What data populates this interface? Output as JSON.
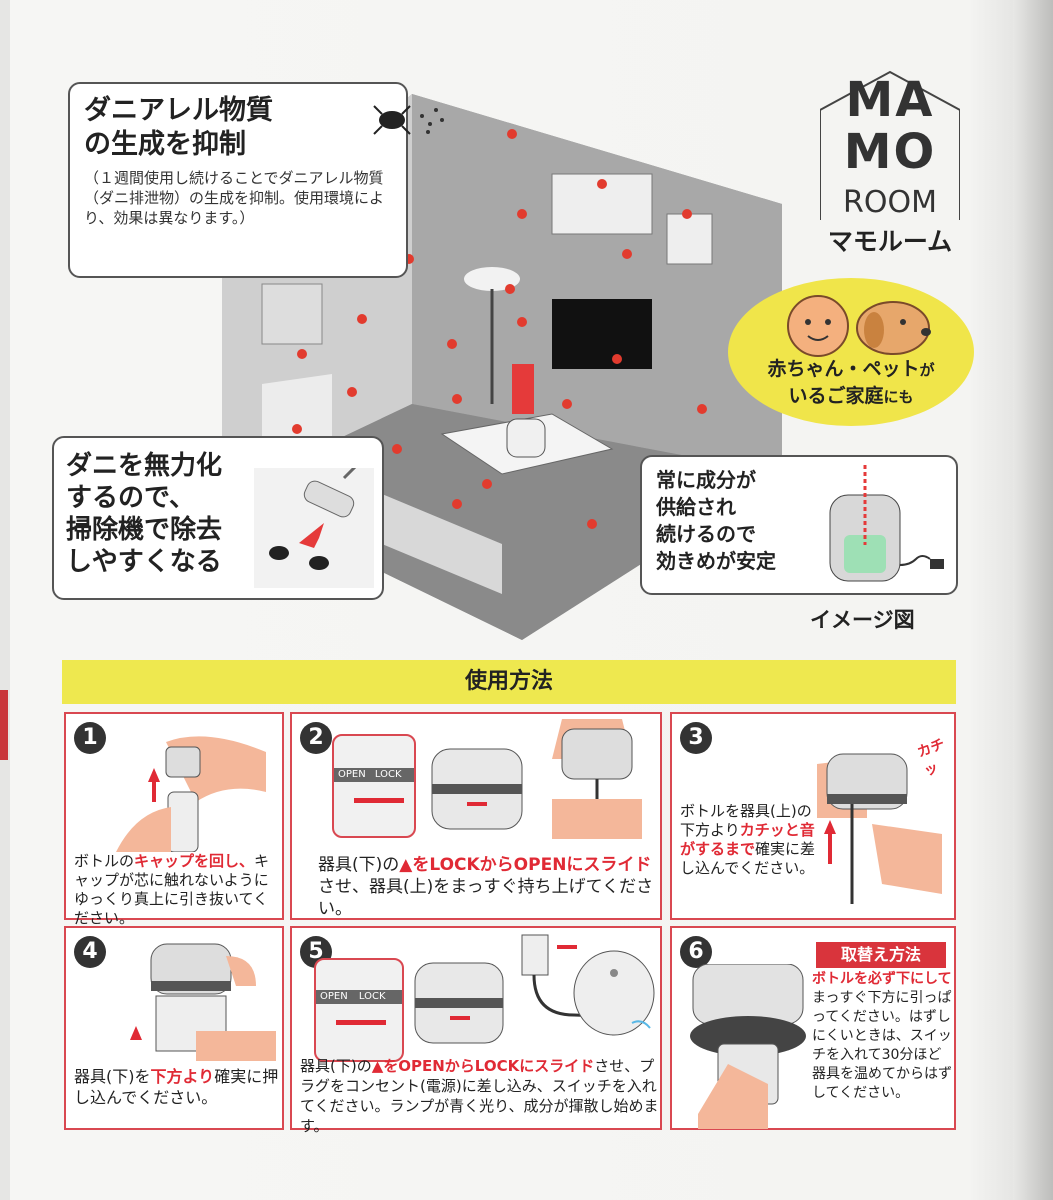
{
  "brand": {
    "logo_line1": "MA",
    "logo_line2": "MO",
    "logo_line3": "ROOM",
    "logo_kana": "マモルーム"
  },
  "callouts": {
    "allergen_title_1": "ダニアレル物質",
    "allergen_title_2": "の生成を抑制",
    "allergen_note": "（１週間使用し続けることでダニアレル物質（ダニ排泄物）の生成を抑制。使用環境により、効果は異なります。）",
    "disable_line1": "ダニを無力化",
    "disable_line2": "するので、",
    "disable_line3": "掃除機で除去",
    "disable_line4": "しやすくなる",
    "supply_line1": "常に成分が",
    "supply_line2": "供給され",
    "supply_line3": "続けるので",
    "supply_line4": "効きめが安定",
    "image_note": "イメージ図"
  },
  "family_badge": {
    "line1_a": "赤ちゃん・ペット",
    "line1_b": "が",
    "line2_a": "いるご家庭",
    "line2_b": "にも"
  },
  "usage": {
    "title": "使用方法",
    "steps": [
      {
        "num": "1",
        "parts": [
          "ボトルの",
          "キャップを回し、",
          "キャップが芯に触れないようにゆっくり真上に引き抜いてください。"
        ]
      },
      {
        "num": "2",
        "parts": [
          "器具(下)の",
          "▲をLOCKからOPENにスライド",
          "させ、器具(上)をまっすぐ持ち上げてください。"
        ],
        "label_open": "OPEN",
        "label_lock": "LOCK"
      },
      {
        "num": "3",
        "parts": [
          "ボトルを器具(上)の下方より",
          "カチッと音がするまで",
          "確実に差し込んでください。"
        ],
        "sound": "カチッ"
      },
      {
        "num": "4",
        "parts": [
          "器具(下)を",
          "下方より",
          "確実に押し込んでください。"
        ]
      },
      {
        "num": "5",
        "parts": [
          "器具(下)の",
          "▲をOPENからLOCKにスライド",
          "させ、プラグをコンセント(電源)に差し込み、スイッチを入れてください。ランプが青く光り、成分が揮散し始めます。"
        ],
        "label_open": "OPEN",
        "label_lock": "LOCK"
      },
      {
        "num": "6",
        "tag": "取替え方法",
        "parts": [
          "",
          "ボトルを必ず下にして",
          "まっすぐ下方に引っぱってください。はずしにくいときは、スイッチを入れて30分ほど器具を温めてからはずしてください。"
        ]
      }
    ]
  }
}
